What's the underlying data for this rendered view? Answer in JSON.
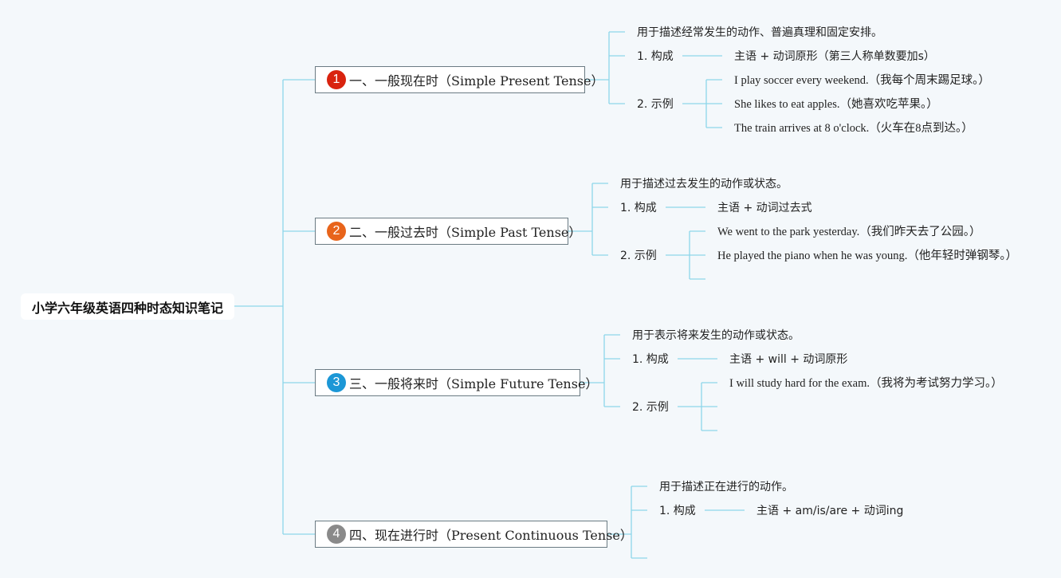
{
  "root_title": "小学六年级英语四种时态知识笔记",
  "colors": {
    "line": "#8dd6ea",
    "badge1": "#d9230f",
    "badge2": "#e8641b",
    "badge3": "#1c97d6",
    "badge4": "#8a8a8a"
  },
  "branches": [
    {
      "badge": "1",
      "title_cn": "一、一般现在时",
      "title_en": "（Simple Present Tense）",
      "usage": "用于描述经常发生的动作、普遍真理和固定安排。",
      "structure_label": "1. 构成",
      "structure_value": "主语 + 动词原形（第三人称单数要加s）",
      "examples_label": "2. 示例",
      "examples": [
        "I play soccer every weekend.（我每个周末踢足球。）",
        "She likes to eat apples.（她喜欢吃苹果。）",
        "The train arrives at 8 o'clock.（火车在8点到达。）"
      ]
    },
    {
      "badge": "2",
      "title_cn": "二、一般过去时",
      "title_en": "（Simple Past Tense）",
      "usage": "用于描述过去发生的动作或状态。",
      "structure_label": "1. 构成",
      "structure_value": "主语 + 动词过去式",
      "examples_label": "2. 示例",
      "examples": [
        "We went to the park yesterday.（我们昨天去了公园。）",
        "He played the piano when he was young.（他年轻时弹钢琴。）"
      ]
    },
    {
      "badge": "3",
      "title_cn": "三、一般将来时",
      "title_en": "（Simple Future Tense）",
      "usage": "用于表示将来发生的动作或状态。",
      "structure_label": "1. 构成",
      "structure_value": "主语 + will + 动词原形",
      "examples_label": "2. 示例",
      "examples": [
        "I will study hard for the exam.（我将为考试努力学习。）"
      ]
    },
    {
      "badge": "4",
      "title_cn": "四、现在进行时",
      "title_en": "（Present Continuous Tense）",
      "usage": "用于描述正在进行的动作。",
      "structure_label": "1. 构成",
      "structure_value": "主语 + am/is/are + 动词ing"
    }
  ]
}
